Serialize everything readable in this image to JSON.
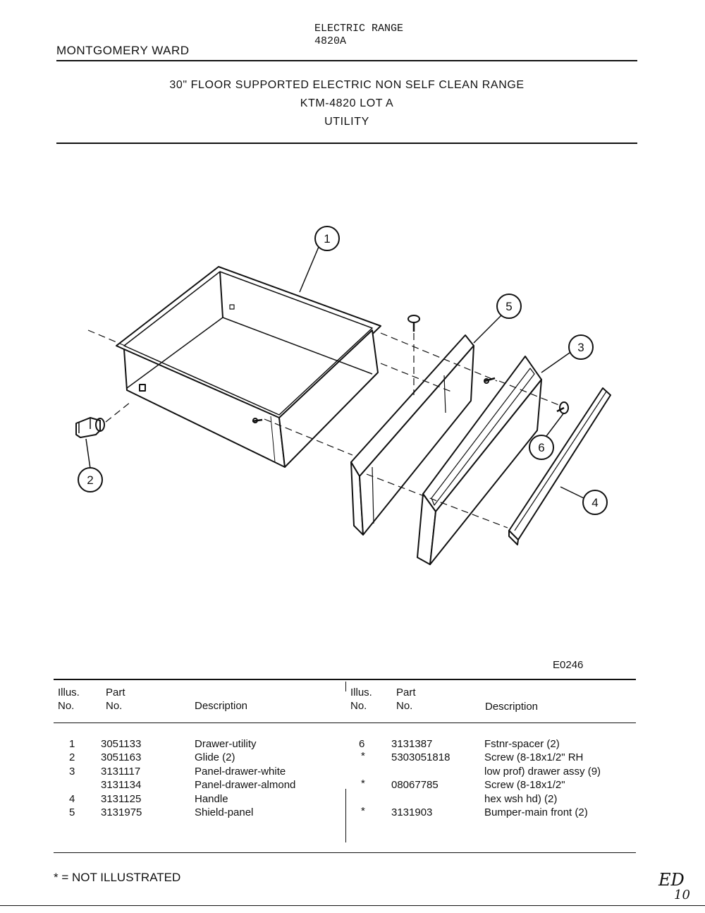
{
  "header": {
    "product_line1": "ELECTRIC RANGE",
    "product_line2": "4820A",
    "brand": "MONTGOMERY WARD"
  },
  "title": {
    "line1": "30\" FLOOR SUPPORTED ELECTRIC NON SELF CLEAN RANGE",
    "line2": "KTM-4820 LOT A",
    "line3": "UTILITY"
  },
  "diagram": {
    "callouts": [
      "1",
      "2",
      "3",
      "4",
      "5",
      "6"
    ],
    "figure_code": "E0246"
  },
  "table": {
    "headers": {
      "illus": [
        "Illus.",
        "No."
      ],
      "part": [
        "Part",
        "No."
      ],
      "description": "Description"
    },
    "left_rows": [
      {
        "illus": "1",
        "part": "3051133",
        "desc": "Drawer-utility"
      },
      {
        "illus": "2",
        "part": "3051163",
        "desc": "Glide (2)"
      },
      {
        "illus": "3",
        "part": "3131117",
        "desc": "Panel-drawer-white"
      },
      {
        "illus": "",
        "part": "3131134",
        "desc": "Panel-drawer-almond"
      },
      {
        "illus": "4",
        "part": "3131125",
        "desc": "Handle"
      },
      {
        "illus": "5",
        "part": "3131975",
        "desc": "Shield-panel"
      }
    ],
    "right_rows": [
      {
        "illus": "6",
        "part": "3131387",
        "desc": "Fstnr-spacer (2)"
      },
      {
        "illus": "*",
        "part": "5303051818",
        "desc": "Screw (8-18x1/2\" RH"
      },
      {
        "illus": "",
        "part": "",
        "desc": "low prof) drawer assy (9)"
      },
      {
        "illus": "*",
        "part": "08067785",
        "desc": "Screw (8-18x1/2\""
      },
      {
        "illus": "",
        "part": "",
        "desc": "hex wsh hd) (2)"
      },
      {
        "illus": "*",
        "part": "3131903",
        "desc": "Bumper-main front (2)"
      }
    ]
  },
  "footnote": "* = NOT ILLUSTRATED",
  "handwritten": {
    "line1": "ED",
    "line2": "10"
  }
}
